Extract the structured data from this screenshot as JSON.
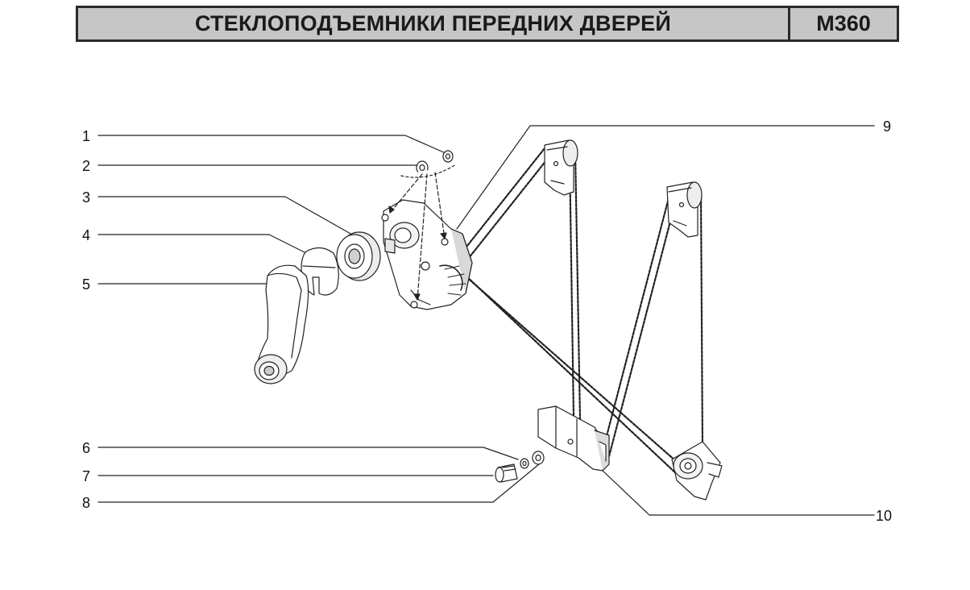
{
  "header": {
    "title": "СТЕКЛОПОДЪЕМНИКИ ПЕРЕДНИХ ДВЕРЕЙ",
    "code": "M360"
  },
  "callouts": {
    "c1": "1",
    "c2": "2",
    "c3": "3",
    "c4": "4",
    "c5": "5",
    "c6": "6",
    "c7": "7",
    "c8": "8",
    "c9": "9",
    "c10": "10"
  }
}
